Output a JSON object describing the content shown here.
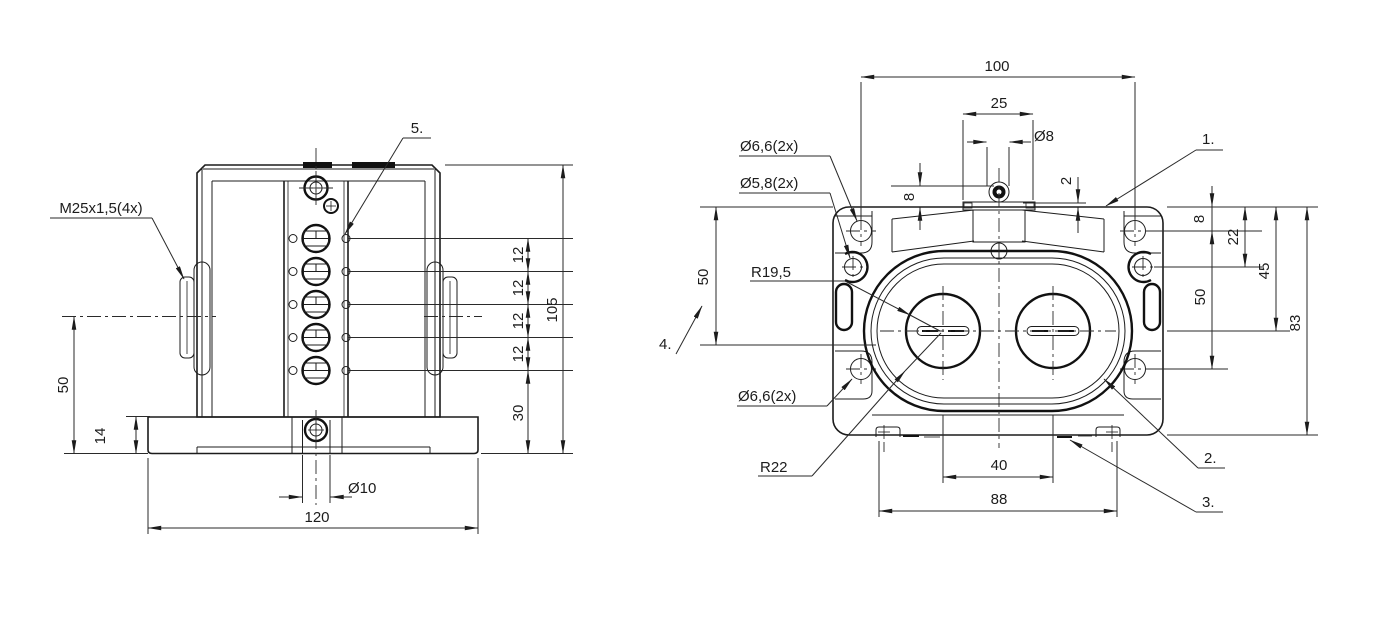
{
  "drawing": {
    "left_view": {
      "labels": {
        "thread": "M25x1,5(4x)",
        "item5": "5."
      },
      "dims": {
        "pitch": [
          "12",
          "12",
          "12",
          "12"
        ],
        "total_height": "105",
        "lower": "30",
        "left_height": "50",
        "base_height": "14",
        "hole_dia": "Ø10",
        "width": "120"
      }
    },
    "right_view": {
      "dims": {
        "hole_span": "100",
        "bracket_span": "25",
        "grommet_dia": "Ø8",
        "grommet_height": "8",
        "plate_height": "2",
        "left_height": "50",
        "top_offset": "8",
        "small_hole_offset": "22",
        "bore_centerline": "45",
        "hole_pitch": "50",
        "total_height": "83",
        "bore_pitch": "40",
        "foot_span": "88"
      },
      "labels": {
        "hole_top": "Ø6,6(2x)",
        "hole_small": "Ø5,8(2x)",
        "bore_radius": "R19,5",
        "hole_bottom": "Ø6,6(2x)",
        "outer_radius": "R22"
      },
      "callouts": {
        "c1": "1.",
        "c2": "2.",
        "c3": "3.",
        "c4": "4."
      }
    }
  }
}
